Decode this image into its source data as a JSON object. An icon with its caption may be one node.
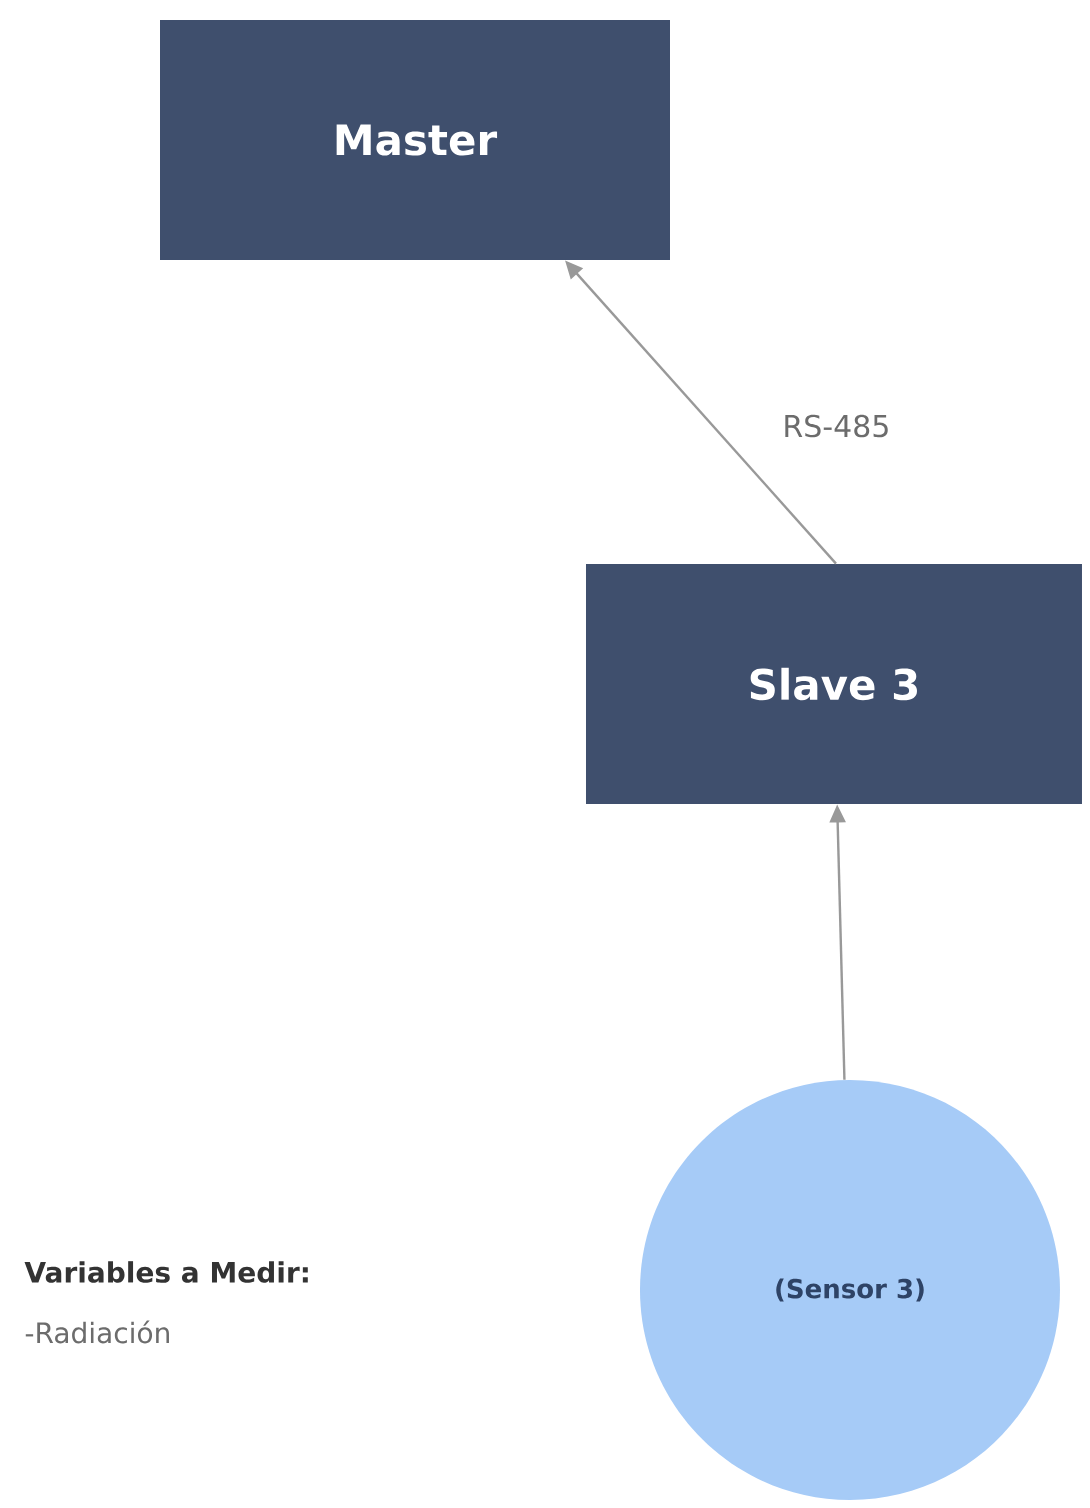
{
  "diagram": {
    "nodes": [
      {
        "text": [
          "Master"
        ]
      },
      {
        "text": [
          "Slave 3"
        ]
      },
      {
        "text": [
          "(Sensor 3)"
        ]
      }
    ],
    "edges": [
      {
        "from": 1,
        "to": 0,
        "arrow": "to",
        "label": "RS-485"
      },
      {
        "from": 2,
        "to": 1,
        "arrow": "to"
      }
    ],
    "labels": [
      "Variables a Medir:",
      "-Radiación"
    ]
  }
}
